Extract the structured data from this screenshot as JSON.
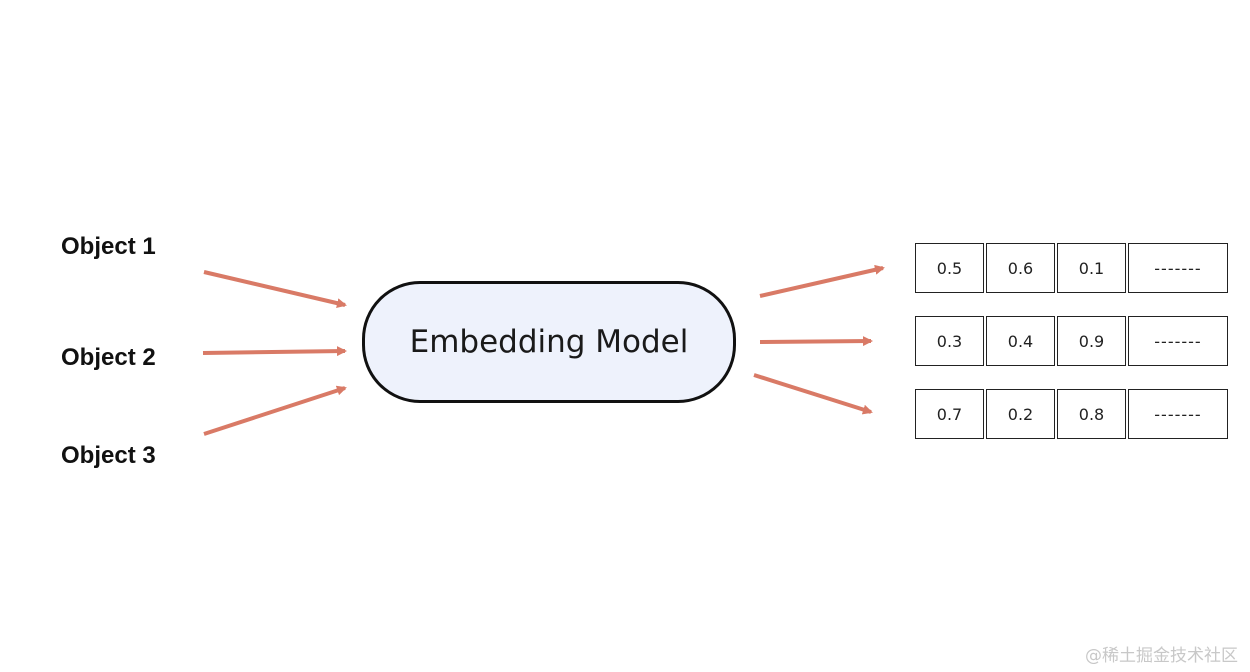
{
  "inputs": [
    {
      "label": "Object 1"
    },
    {
      "label": "Object 2"
    },
    {
      "label": "Object 3"
    }
  ],
  "model": {
    "label": "Embedding Model"
  },
  "vectors": [
    {
      "values": [
        "0.5",
        "0.6",
        "0.1"
      ],
      "continuation": "-------"
    },
    {
      "values": [
        "0.3",
        "0.4",
        "0.9"
      ],
      "continuation": "-------"
    },
    {
      "values": [
        "0.7",
        "0.2",
        "0.8"
      ],
      "continuation": "-------"
    }
  ],
  "colors": {
    "arrow": "#d97a66",
    "model_fill": "#eef2fc",
    "outline": "#111111"
  },
  "watermark": "@稀土掘金技术社区"
}
